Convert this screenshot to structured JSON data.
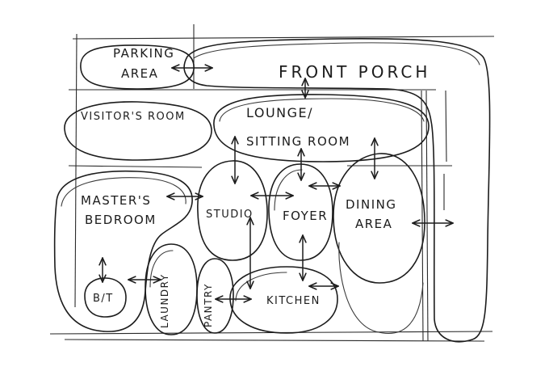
{
  "rooms": {
    "parking": {
      "line1": "PARKING",
      "line2": "AREA"
    },
    "front_porch": "FRONT PORCH",
    "visitors_room": "VISITOR'S ROOM",
    "lounge": {
      "line1": "LOUNGE/",
      "line2": "SITTING ROOM"
    },
    "masters_bedroom": {
      "line1": "MASTER'S",
      "line2": "BEDROOM"
    },
    "studio": "STUDIO",
    "foyer": "FOYER",
    "dining": {
      "line1": "DINING",
      "line2": "AREA"
    },
    "bt": "B/T",
    "laundry": "LAUNDRY",
    "pantry": "PANTRY",
    "kitchen": "KITCHEN"
  }
}
